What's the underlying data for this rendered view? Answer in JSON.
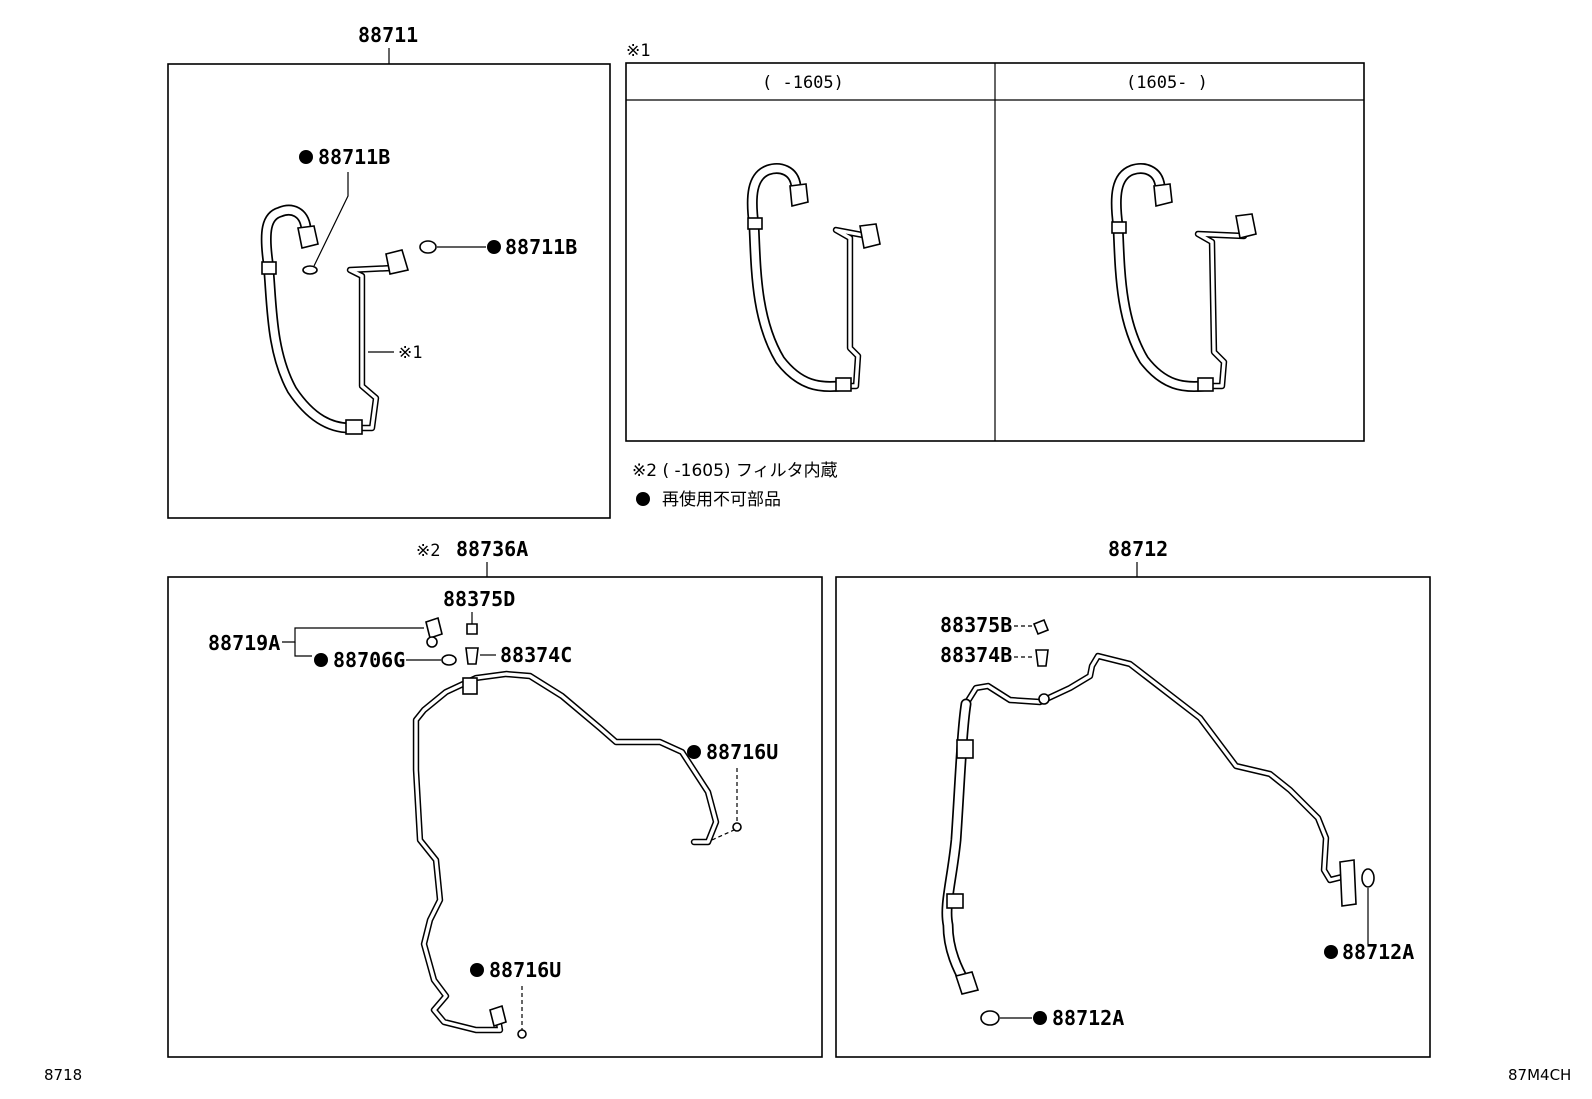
{
  "boxes": {
    "upper_left": {
      "label": "88711"
    },
    "variants": {
      "marker": "※1",
      "left_header": "(      -1605)",
      "right_header": "(1605-      )"
    },
    "lower_left": {
      "marker": "※2",
      "label": "88736A"
    },
    "lower_right": {
      "label": "88712"
    }
  },
  "callouts": {
    "ul_88711b_top": "88711B",
    "ul_88711b_right": "88711B",
    "ul_ref1": "※1",
    "ll_88375d": "88375D",
    "ll_88719a": "88719A",
    "ll_88706g": "88706G",
    "ll_88374c": "88374C",
    "ll_88716u_right": "88716U",
    "ll_88716u_bottom": "88716U",
    "lr_88375b": "88375B",
    "lr_88374b": "88374B",
    "lr_88712a_right": "88712A",
    "lr_88712a_bottom": "88712A"
  },
  "notes": {
    "note2": "※2 (      -1605) フィルタ内蔵",
    "legend_text": "再使用不可部品"
  },
  "corners": {
    "left": "8718",
    "right": "87M4CH"
  },
  "legend": {
    "symbol": "filled-circle",
    "meaning_ref": "notes.legend_text"
  }
}
